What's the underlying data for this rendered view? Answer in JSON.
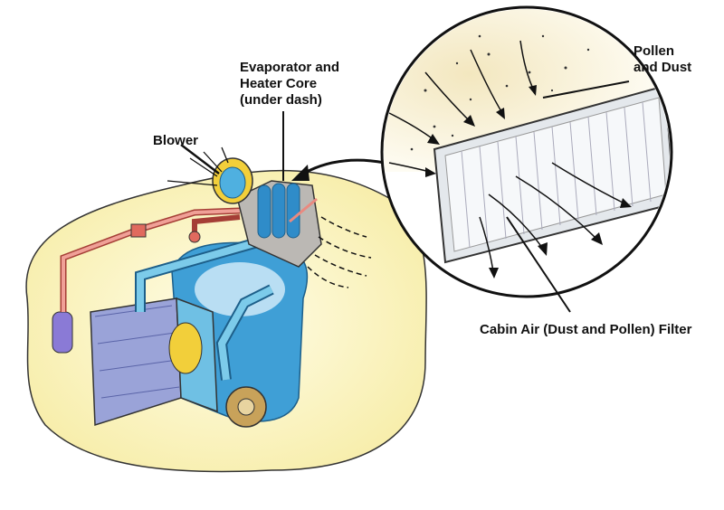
{
  "labels": {
    "pollen": "Pollen\nand Dust",
    "evaporator": "Evaporator and\nHeater Core\n(under dash)",
    "blower": "Blower",
    "filter": "Cabin Air (Dust and Pollen) Filter"
  },
  "colors": {
    "car_body": "#fbf5c4",
    "coolant": "#5fb6d9",
    "refrigerant": "#e98a80",
    "engine": "#3f9fd6",
    "filter": "#e4e8ec",
    "blower": "#f2cf3a"
  }
}
